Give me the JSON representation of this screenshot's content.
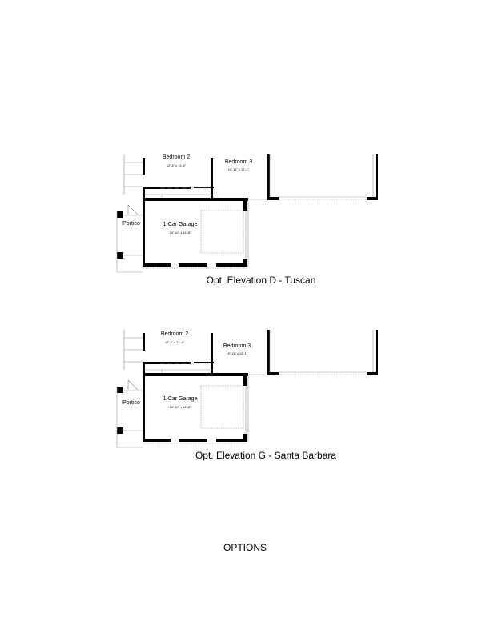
{
  "plans": [
    {
      "caption": "Opt. Elevation D - Tuscan",
      "rooms": {
        "bedroom2": {
          "name": "Bedroom 2",
          "dim": "12'-4\" x 11'-4\""
        },
        "bedroom3": {
          "name": "Bedroom 3",
          "dim": "10'-11\" x 12'-1\""
        },
        "garage": {
          "name": "1-Car Garage",
          "dim": "10'-10\" x 11'-8\""
        },
        "portico": {
          "name": "Portico"
        }
      }
    },
    {
      "caption": "Opt. Elevation G - Santa Barbara",
      "rooms": {
        "bedroom2": {
          "name": "Bedroom 2",
          "dim": "12'-4\" x 11'-4\""
        },
        "bedroom3": {
          "name": "Bedroom 3",
          "dim": "10'-11\" x 12'-1\""
        },
        "garage": {
          "name": "1-Car Garage",
          "dim": "10'-10\" x 11'-8\""
        },
        "portico": {
          "name": "Portico"
        }
      }
    }
  ],
  "footer": {
    "title": "OPTIONS"
  }
}
